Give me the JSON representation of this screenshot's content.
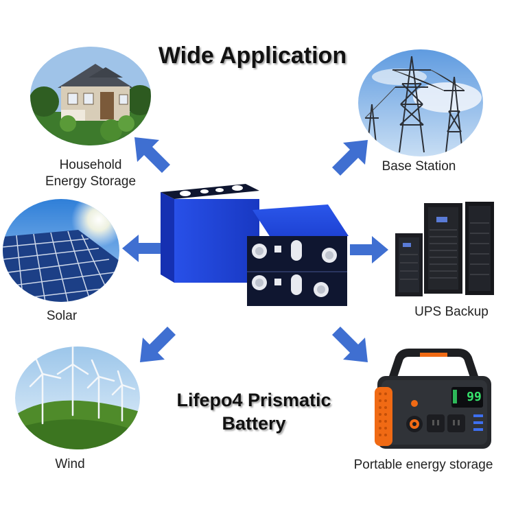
{
  "title": "Wide Application",
  "subtitle_line1": "Lifepo4 Prismatic",
  "subtitle_line2": "Battery",
  "applications": {
    "household_line1": "Household",
    "household_line2": "Energy Storage",
    "base_station": "Base Station",
    "solar": "Solar",
    "ups_backup": "UPS Backup",
    "wind": "Wind",
    "portable": "Portable energy storage"
  },
  "device_display": "99",
  "colors": {
    "arrow": "#3f6fd1",
    "battery_blue": "#1e3fd6",
    "battery_dark": "#0f1630",
    "accent_orange": "#f06a14"
  }
}
